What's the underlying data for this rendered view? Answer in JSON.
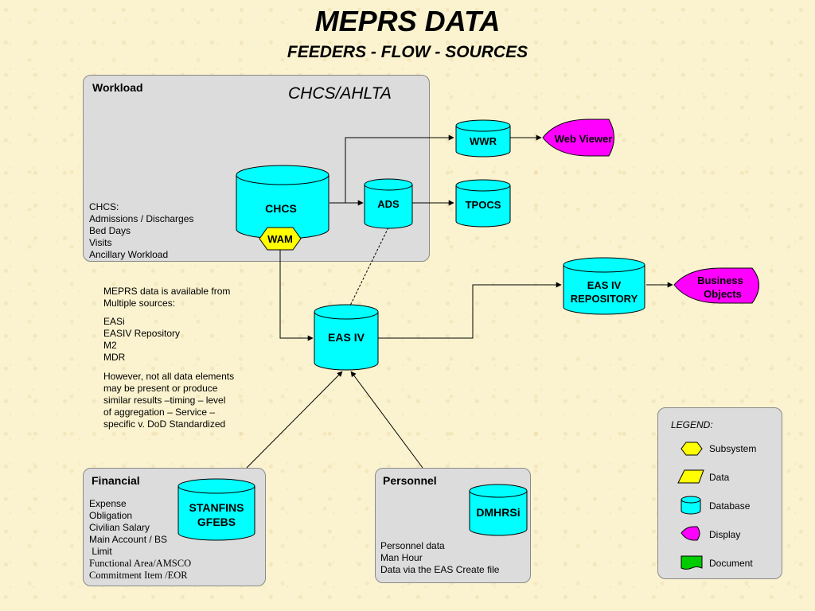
{
  "title": "MEPRS DATA",
  "subtitle": "FEEDERS - FLOW - SOURCES",
  "workload_panel": {
    "title": "Workload",
    "system_title": "CHCS/AHLTA",
    "lines": [
      "CHCS:",
      "Admissions / Discharges",
      "Bed Days",
      "Visits",
      "Ancillary Workload"
    ]
  },
  "nodes": {
    "chcs": "CHCS",
    "wam": "WAM",
    "ads": "ADS",
    "wwr": "WWR",
    "tpocs": "TPOCS",
    "web_viewer": "Web Viewer",
    "eas_iv": "EAS IV",
    "eas_repo_line1": "EAS IV",
    "eas_repo_line2": "REPOSITORY",
    "business_objects_line1": "Business",
    "business_objects_line2": "Objects",
    "stanfins_line1": "STANFINS",
    "stanfins_line2": "GFEBS",
    "dmhrsi": "DMHRSi"
  },
  "notes": {
    "para1_line1": "MEPRS data is available from",
    "para1_line2": "Multiple sources:",
    "sources": [
      "EASi",
      "EASIV Repository",
      "M2",
      "MDR"
    ],
    "para3": [
      "However, not all data elements",
      "may be present or produce",
      "similar results –timing – level",
      "of aggregation – Service –",
      "specific v. DoD Standardized"
    ]
  },
  "financial_panel": {
    "title": "Financial",
    "lines": [
      "Expense",
      "Obligation",
      "Civilian Salary",
      "Main Account / BS",
      " Limit"
    ],
    "serif_lines": [
      "Functional Area/AMSCO",
      "Commitment Item /EOR"
    ]
  },
  "personnel_panel": {
    "title": "Personnel",
    "lines": [
      "Personnel data",
      "Man Hour",
      "Data via the EAS Create file"
    ]
  },
  "legend": {
    "title": "LEGEND:",
    "items": [
      {
        "label": "Subsystem",
        "shape": "hexagon",
        "color": "#ffff00"
      },
      {
        "label": "Data",
        "shape": "parallelogram",
        "color": "#ffff00"
      },
      {
        "label": "Database",
        "shape": "cylinder",
        "color": "#00ffff"
      },
      {
        "label": "Display",
        "shape": "display",
        "color": "#ff00ff"
      },
      {
        "label": "Document",
        "shape": "document",
        "color": "#00cc00"
      }
    ]
  },
  "colors": {
    "database": "#00ffff",
    "display": "#ff00ff",
    "subsystem": "#ffff00",
    "panel": "#dcdcdc",
    "background": "#fbf3cf"
  }
}
